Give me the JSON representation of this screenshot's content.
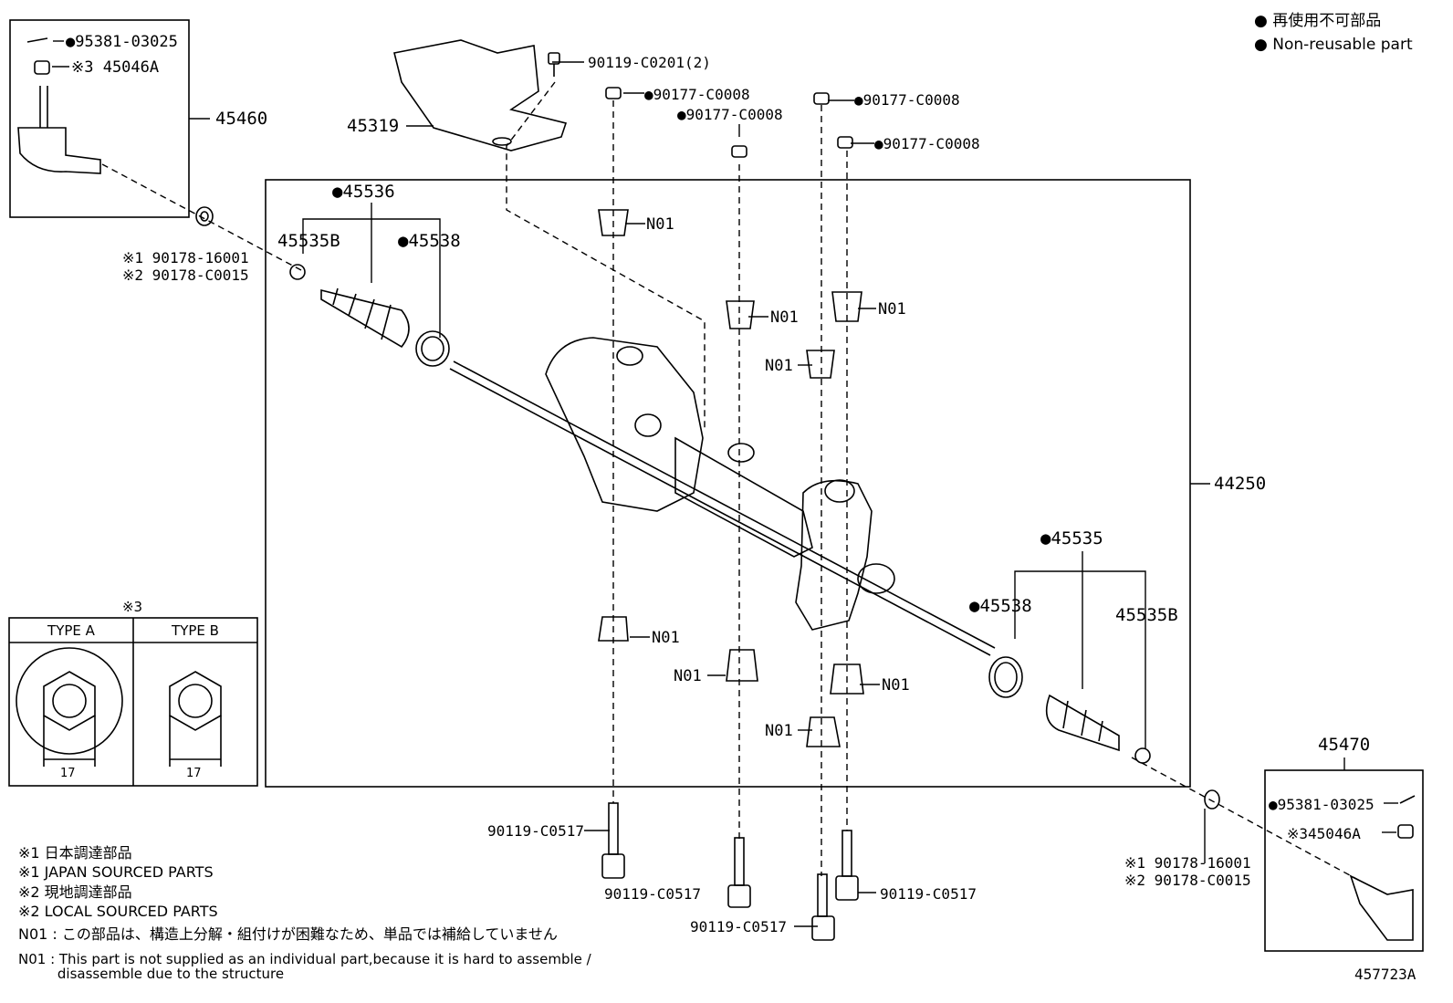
{
  "legend": {
    "line1": "● 再使用不可部品",
    "line2": "● Non-reusable part"
  },
  "labels": {
    "cotter_pin_tl": "●95381-03025",
    "nut_tl": "※3 45046A",
    "tie_rod_end_l": "45460",
    "washer_l_1": "※1 90178-16001",
    "washer_l_2": "※2 90178-C0015",
    "cover": "45319",
    "bolt_top": "90119-C0201(2)",
    "nut_top_1": "●90177-C0008",
    "nut_top_2": "●90177-C0008",
    "nut_top_3": "●90177-C0008",
    "nut_top_4": "●90177-C0008",
    "boot_kit_l": "●45536",
    "clamp_l": "45535B",
    "band_l": "●45538",
    "rack_assy": "44250",
    "boot_kit_r": "●45535",
    "band_r": "●45538",
    "clamp_r": "45535B",
    "n01_1": "N01",
    "n01_2": "N01",
    "n01_3": "N01",
    "n01_4": "N01",
    "n01_5": "N01",
    "n01_6": "N01",
    "n01_7": "N01",
    "n01_8": "N01",
    "bolt_b1": "90119-C0517",
    "bolt_b2": "90119-C0517",
    "bolt_b3": "90119-C0517",
    "bolt_b4": "90119-C0517",
    "tie_rod_end_r": "45470",
    "cotter_pin_r": "●95381-03025",
    "nut_r": "※345046A",
    "washer_r_1": "※1 90178-16001",
    "washer_r_2": "※2 90178-C0015",
    "drawing_no": "457723A"
  },
  "type_table": {
    "ref": "※3",
    "type_a": "TYPE A",
    "type_b": "TYPE B",
    "dim_a": "17",
    "dim_b": "17"
  },
  "notes": [
    "※1 日本調達部品",
    "※1 JAPAN SOURCED PARTS",
    "※2 現地調達部品",
    "※2 LOCAL SOURCED PARTS",
    "N01 :  この部品は、構造上分解・組付けが困難なため、単品では補給していません",
    "N01 :  This part is not supplied as an individual part,because it is hard to assemble /",
    "         disassemble due to the structure"
  ]
}
